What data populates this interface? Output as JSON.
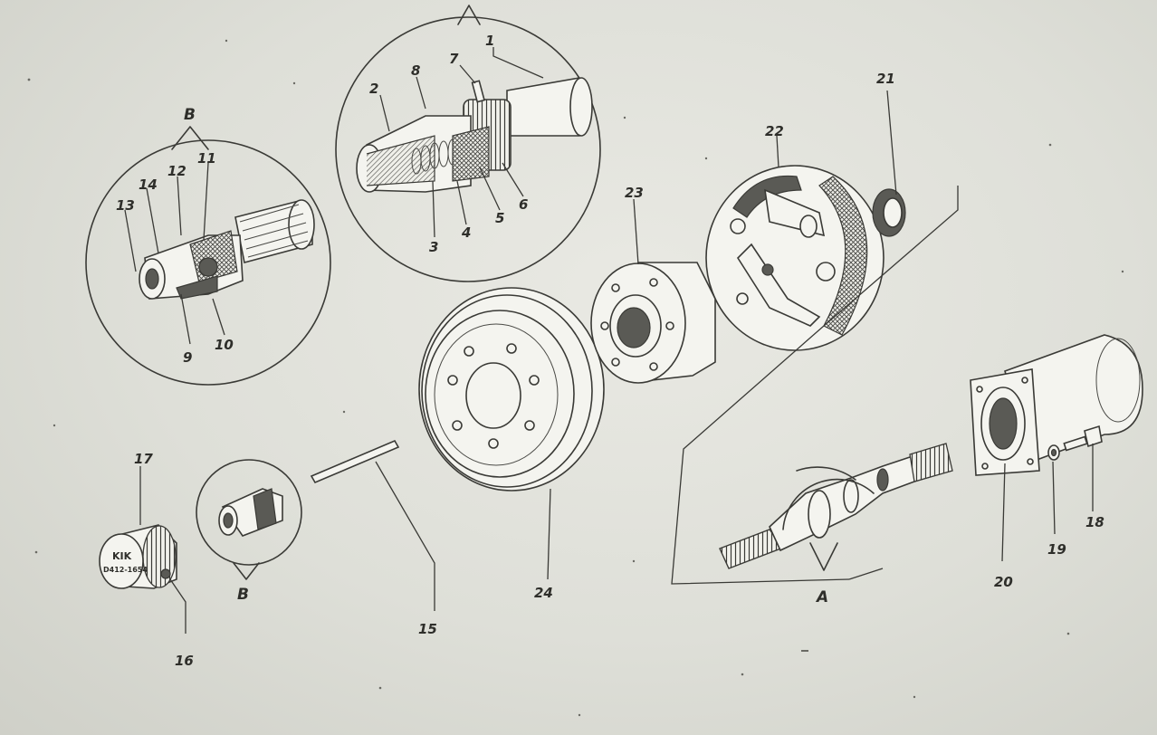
{
  "labels": {
    "l1": "1",
    "l2": "2",
    "l3": "3",
    "l4": "4",
    "l5": "5",
    "l6": "6",
    "l7": "7",
    "l8": "8",
    "l9": "9",
    "l10": "10",
    "l11": "11",
    "l12": "12",
    "l13": "13",
    "l14": "14",
    "l15": "15",
    "l16": "16",
    "l17": "17",
    "l18": "18",
    "l19": "19",
    "l20": "20",
    "l21": "21",
    "l22": "22",
    "l23": "23",
    "l24": "24",
    "b_top": "B",
    "b_bottom": "B",
    "a": "A"
  },
  "nameplate": {
    "line1": "KIK",
    "line2": "D412-1654"
  }
}
